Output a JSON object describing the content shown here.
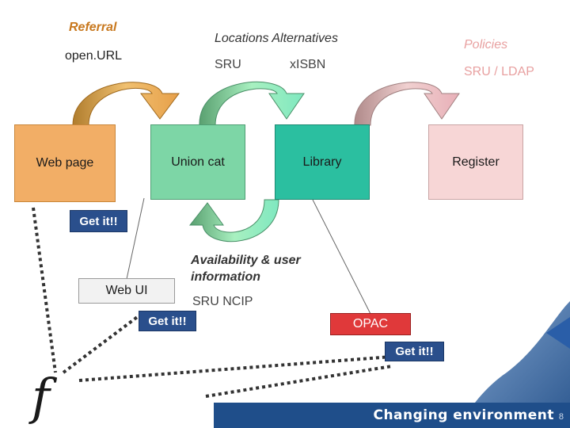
{
  "labels": {
    "referral": "Referral",
    "openurl": "open.URL",
    "locations_alternatives": "Locations  Alternatives",
    "sru_1": "SRU",
    "xisbn": "xISBN",
    "policies": "Policies",
    "sru_ldap": "SRU / LDAP",
    "availability": "Availability & user information",
    "sru_ncip": "SRU  NCIP"
  },
  "boxes": {
    "web_page": "Web page",
    "union_cat": "Union cat",
    "library": "Library",
    "register": "Register",
    "web_ui": "Web UI",
    "opac": "OPAC"
  },
  "buttons": {
    "getit_1": "Get it!!",
    "getit_2": "Get it!!",
    "getit_3": "Get it!!"
  },
  "footer": {
    "title": "Changing environment",
    "page_number": "8"
  },
  "logo_glyph": "f",
  "colors": {
    "referral_text": "#c8781e",
    "policies_text": "#e8a0a0",
    "web_page_fill": "#f2ae66",
    "union_cat_fill": "#7dd6a6",
    "library_fill": "#2bbfa0",
    "register_fill": "#f7d6d6",
    "getit_fill": "#2a4f8c",
    "footer_band": "#1f4e8a"
  }
}
